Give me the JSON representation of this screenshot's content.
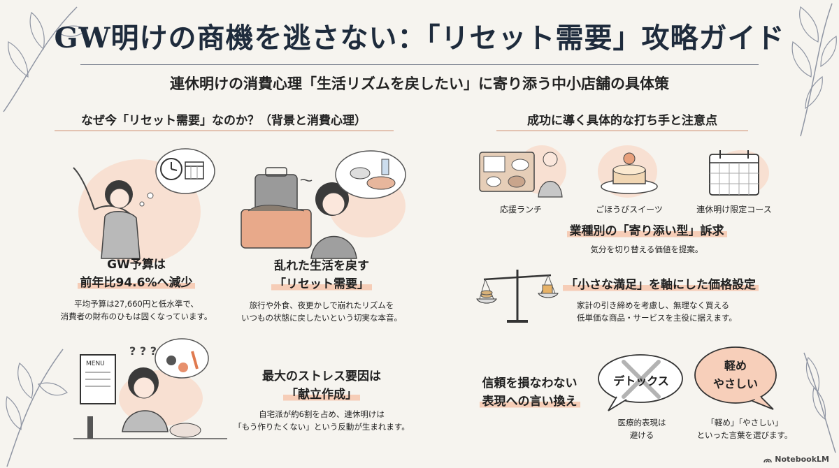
{
  "title": "GW明けの商機を逃さない：「リセット需要」攻略ガイド",
  "subtitle": "連休明けの消費心理「生活リズムを戻したい」に寄り添う中小店舗の具体策",
  "left": {
    "section_title": "なぜ今「リセット需要」なのか？（背景と消費心理）",
    "items": [
      {
        "head_1": "GW予算は",
        "head_2": "前年比94.6%へ減少",
        "body_1": "平均予算は27,660円と低水準で、",
        "body_2": "消費者の財布のひもは固くなっています。"
      },
      {
        "head_1": "乱れた生活を戻す",
        "head_2": "「リセット需要」",
        "body_1": "旅行や外食、夜更かしで崩れたリズムを",
        "body_2": "いつもの状態に戻したいという切実な本音。"
      },
      {
        "head_1": "最大のストレス要因は",
        "head_2": "「献立作成」",
        "body_1": "自宅派が約6割を占め、連休明けは",
        "body_2": "「もう作りたくない」という反動が生まれます。"
      }
    ],
    "menu_board_text": "MENU"
  },
  "right": {
    "section_title": "成功に導く具体的な打ち手と注意点",
    "icons": [
      "応援ランチ",
      "ごほうびスイーツ",
      "連休明け限定コース"
    ],
    "appeal": {
      "head": "業種別の「寄り添い型」訴求",
      "body": "気分を切り替える価値を提案。"
    },
    "price": {
      "head": "「小さな満足」を軸にした価格設定",
      "body_1": "家計の引き締めを考慮し、無理なく買える",
      "body_2": "低単価な商品・サービスを主役に据えます。"
    },
    "trust": {
      "head_1": "信頼を損なわない",
      "head_2": "表現への言い換え",
      "bubble_bad": "デトックス",
      "bubble_good_1": "軽め",
      "bubble_good_2": "やさしい",
      "caption_bad_1": "医療的表現は",
      "caption_bad_2": "避ける",
      "caption_good_1": "「軽め」「やさしい」",
      "caption_good_2": "といった言葉を選びます。"
    }
  },
  "footer": {
    "brand": "NotebookLM"
  },
  "colors": {
    "accent": "#f6cdb7",
    "title": "#1e2b3c",
    "blob": "#f8d9c8",
    "bg": "#f6f4ef"
  }
}
